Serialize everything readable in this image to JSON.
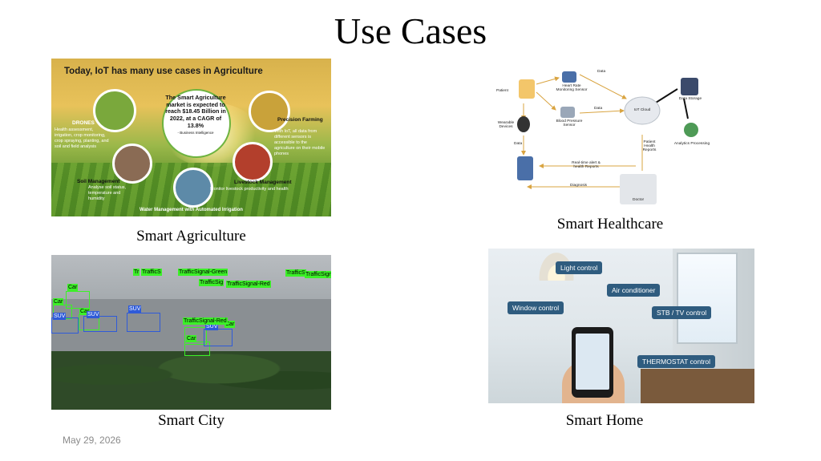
{
  "slide": {
    "title": "Use Cases",
    "date": "May 29, 2026"
  },
  "captions": {
    "agriculture": "Smart Agriculture",
    "healthcare": "Smart Healthcare",
    "city": "Smart City",
    "home": "Smart Home"
  },
  "agriculture_image": {
    "heading": "Today, IoT has many use cases in Agriculture",
    "center_text": "The Smart Agriculture market is expected to reach $18.45 Billion in 2022, at a CAGR of 13.8%",
    "center_source": "- Business Intelligence",
    "drones_label": "DRONES",
    "drones_text": "Health assessment, irrigation, crop monitoring, crop spraying, planting, and soil and field analysis",
    "precision_label": "Precision Farming",
    "precision_text": "With IoT, all data from different sensors is accessible to the agriculture on their mobile phones",
    "soil_label": "Soil Management",
    "soil_text": "Analyse soil status, temperature and humidity",
    "livestock_label": "Livestock Management",
    "livestock_text": "Monitor livestock productivity and health",
    "water_label": "Water Management with Automated Irrigation"
  },
  "healthcare_image": {
    "patient": "Patient",
    "heart_rate": "Heart Rate Monitoring Sensor",
    "blood_pressure": "Blood Pressure Sensor",
    "wearable": "Wearable Devices",
    "data_top": "Data",
    "data_mid": "Data",
    "data_left": "Data",
    "cloud": "IoT Cloud",
    "storage": "Data Storage",
    "analytics": "Analytics Processing",
    "reports": "Patient Health Reports",
    "realtime": "Real-time alert & health Reports",
    "diagnosis": "Diagnosis",
    "doctor": "Doctor"
  },
  "city_image": {
    "tags_green": [
      "Car",
      "Car",
      "Car",
      "Car",
      "Car",
      "TrafficSignal-Green",
      "TrafficSignal-Red",
      "TrafficSignal-Red",
      "Tr",
      "TrafficS",
      "TrafficSig",
      "TrafficSignal",
      "TrafficS"
    ],
    "tags_blue": [
      "SUV",
      "SUV",
      "SUV",
      "SUV"
    ]
  },
  "home_image": {
    "light": "Light control",
    "ac": "Air conditioner",
    "window": "Window control",
    "stb": "STB / TV control",
    "thermostat": "THERMOSTAT control"
  },
  "colors": {
    "callout_bg": "#2f5c7f",
    "detect_green": "#3cf028",
    "detect_blue": "#2f5bd8",
    "date_gray": "#8a8a8a"
  }
}
